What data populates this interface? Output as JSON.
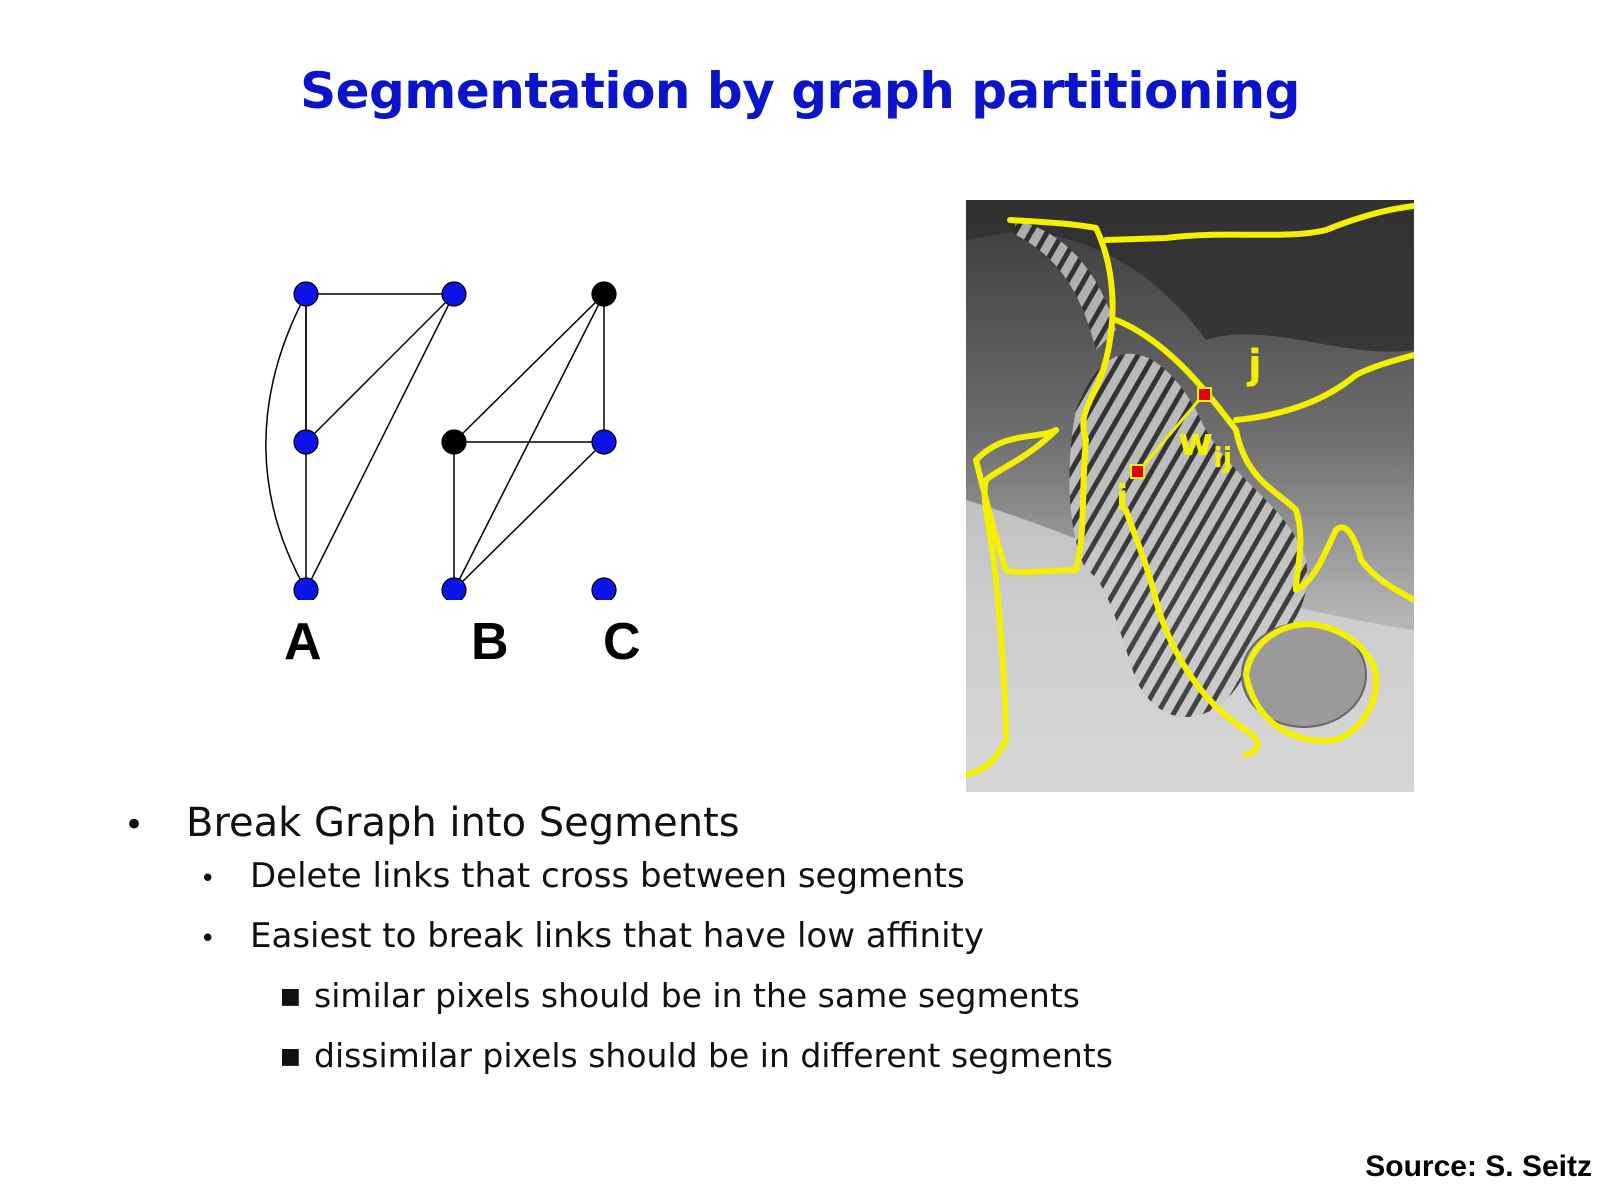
{
  "slide": {
    "title": "Segmentation by graph partitioning",
    "source": "Source: S. Seitz"
  },
  "graph": {
    "labels": [
      "A",
      "B",
      "C"
    ],
    "colors": {
      "blue_node": "#0a14e6",
      "black_node": "#000000",
      "edge": "#000000"
    }
  },
  "photo": {
    "label_i": "i",
    "label_j": "j",
    "label_w": "w",
    "label_w_sub": "ij",
    "colors": {
      "outline": "#f5f000",
      "pixel_marker": "#e00000"
    }
  },
  "bullets": {
    "level1": [
      {
        "marker": "•",
        "text": "Break Graph into Segments"
      }
    ],
    "level2": [
      {
        "marker": "•",
        "text": "Delete links that cross between segments"
      },
      {
        "marker": "•",
        "text": "Easiest to break links that have low affinity"
      }
    ],
    "level3": [
      {
        "marker": "■",
        "text": "similar pixels should be in the same segments"
      },
      {
        "marker": "■",
        "text": "dissimilar pixels should be in different segments"
      }
    ]
  }
}
